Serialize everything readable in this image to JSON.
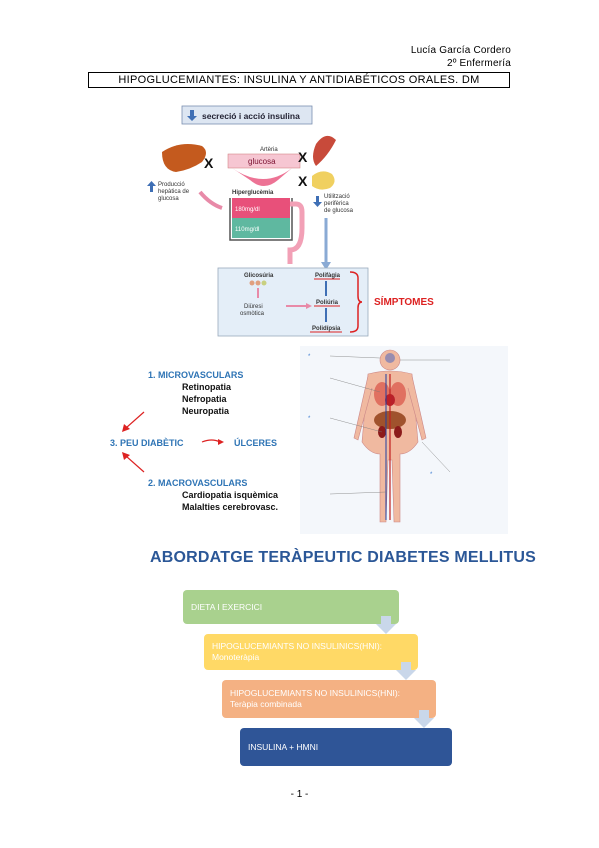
{
  "header": {
    "author_name": "Lucía García Cordero",
    "author_course": "2º Enfermería",
    "title": "HIPOGLUCEMIANTES: INSULINA Y ANTIDIABÉTICOS ORALES. DM"
  },
  "figure1": {
    "top_label": "secreció i acció insulina",
    "arteria": "Artèria",
    "glucosa": "glucosa",
    "produccio_1": "Producció",
    "produccio_2": "hepàtica de",
    "produccio_3": "glucosa",
    "hiperglucemia": "Hiperglucèmia",
    "level_high": "180mg/dl",
    "level_low": "110mg/dl",
    "utilitzacio_1": "Utilització",
    "utilitzacio_2": "perifèrica",
    "utilitzacio_3": "de glucosa",
    "glicosuria": "Glicosúria",
    "diuresi_1": "Diüresi",
    "diuresi_2": "osmòtica",
    "polifagia": "Polifàgia",
    "poliuria": "Poliúria",
    "polidipsia": "Polidípsia",
    "simptomes": "SÍMPTOMES",
    "colors": {
      "red": "#d22",
      "blue": "#3f6fb5",
      "pink": "#e8507a",
      "green": "#5fb8a0"
    }
  },
  "figure2": {
    "micro_title": "1. MICROVASCULARS",
    "micro_items": [
      "Retinopatia",
      "Nefropatia",
      "Neuropatia"
    ],
    "peu": "3. PEU DIABÈTIC",
    "ulceres": "ÚLCERES",
    "macro_title": "2. MACROVASCULARS",
    "macro_items": [
      "Cardiopatia isquèmica",
      "Malalties cerebrovasc."
    ],
    "accent": "#2e74b5"
  },
  "section": {
    "heading": "ABORDATGE TERÀPEUTIC DIABETES MELLITUS",
    "steps": [
      {
        "label": "DIETA I EXERCICI",
        "color": "#a9d18e"
      },
      {
        "label": "HIPOGLUCEMIANTS NO INSULINICS(HNI): Monoteràpia",
        "color": "#ffd966"
      },
      {
        "label": "HIPOGLUCEMIANTS NO INSULINICS(HNI): Teràpia combinada",
        "color": "#f4b183"
      },
      {
        "label": "INSULINA + HMNI",
        "color": "#2f5597"
      }
    ]
  },
  "footer": {
    "page": "- 1 -"
  }
}
